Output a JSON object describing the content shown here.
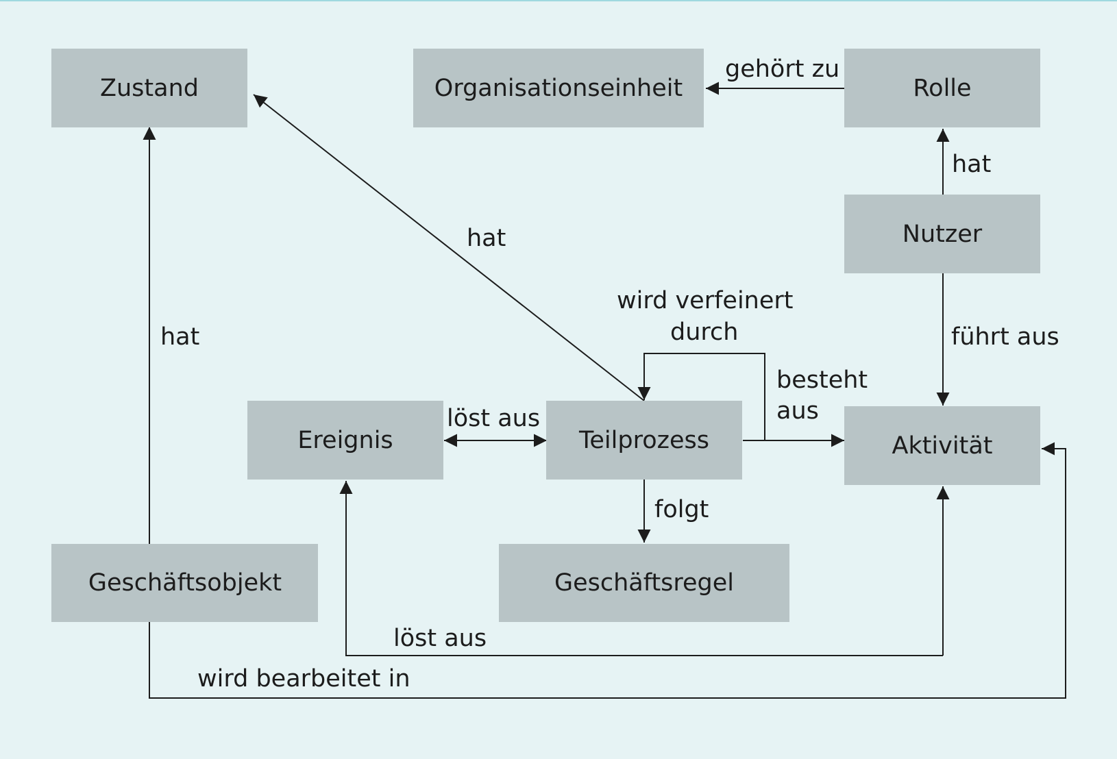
{
  "colors": {
    "background": "#e6f3f4",
    "node_fill": "#b8c4c6",
    "line": "#1c1c1c"
  },
  "nodes": {
    "zustand": "Zustand",
    "organisationseinheit": "Organisationseinheit",
    "rolle": "Rolle",
    "nutzer": "Nutzer",
    "ereignis": "Ereignis",
    "teilprozess": "Teilprozess",
    "aktivitaet": "Aktivität",
    "geschaeftsobjekt": "Geschäftsobjekt",
    "geschaeftsregel": "Geschäftsregel"
  },
  "edges": {
    "gehoert_zu": "gehört zu",
    "rolle_hat": "hat",
    "teilprozess_hat": "hat",
    "objekt_hat": "hat",
    "wird_verfeinert_durch_1": "wird verfeinert",
    "wird_verfeinert_durch_2": "durch",
    "besteht_aus_1": "besteht",
    "besteht_aus_2": "aus",
    "fuehrt_aus": "führt aus",
    "loest_aus_ereignis": "löst aus",
    "folgt": "folgt",
    "loest_aus_aktivitaet": "löst aus",
    "wird_bearbeitet_in": "wird bearbeitet in"
  }
}
